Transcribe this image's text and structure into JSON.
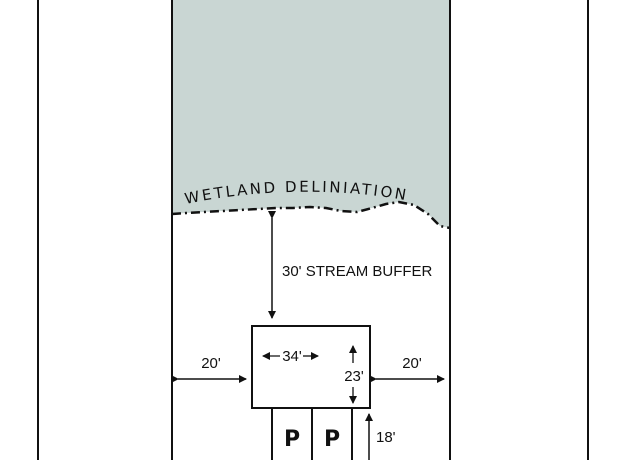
{
  "plan": {
    "wetland_label": "WETLAND DELINIATION",
    "stream_buffer_label": "30' STREAM BUFFER",
    "left_setback_label": "20'",
    "right_setback_label": "20'",
    "building_width_label": "34'",
    "building_depth_label": "23'",
    "parking_depth_label": "18'",
    "parking_space_labels": [
      "P",
      "P"
    ]
  },
  "colors": {
    "wetland_fill": "#c9d6d3",
    "line": "#111111",
    "background": "#ffffff"
  }
}
